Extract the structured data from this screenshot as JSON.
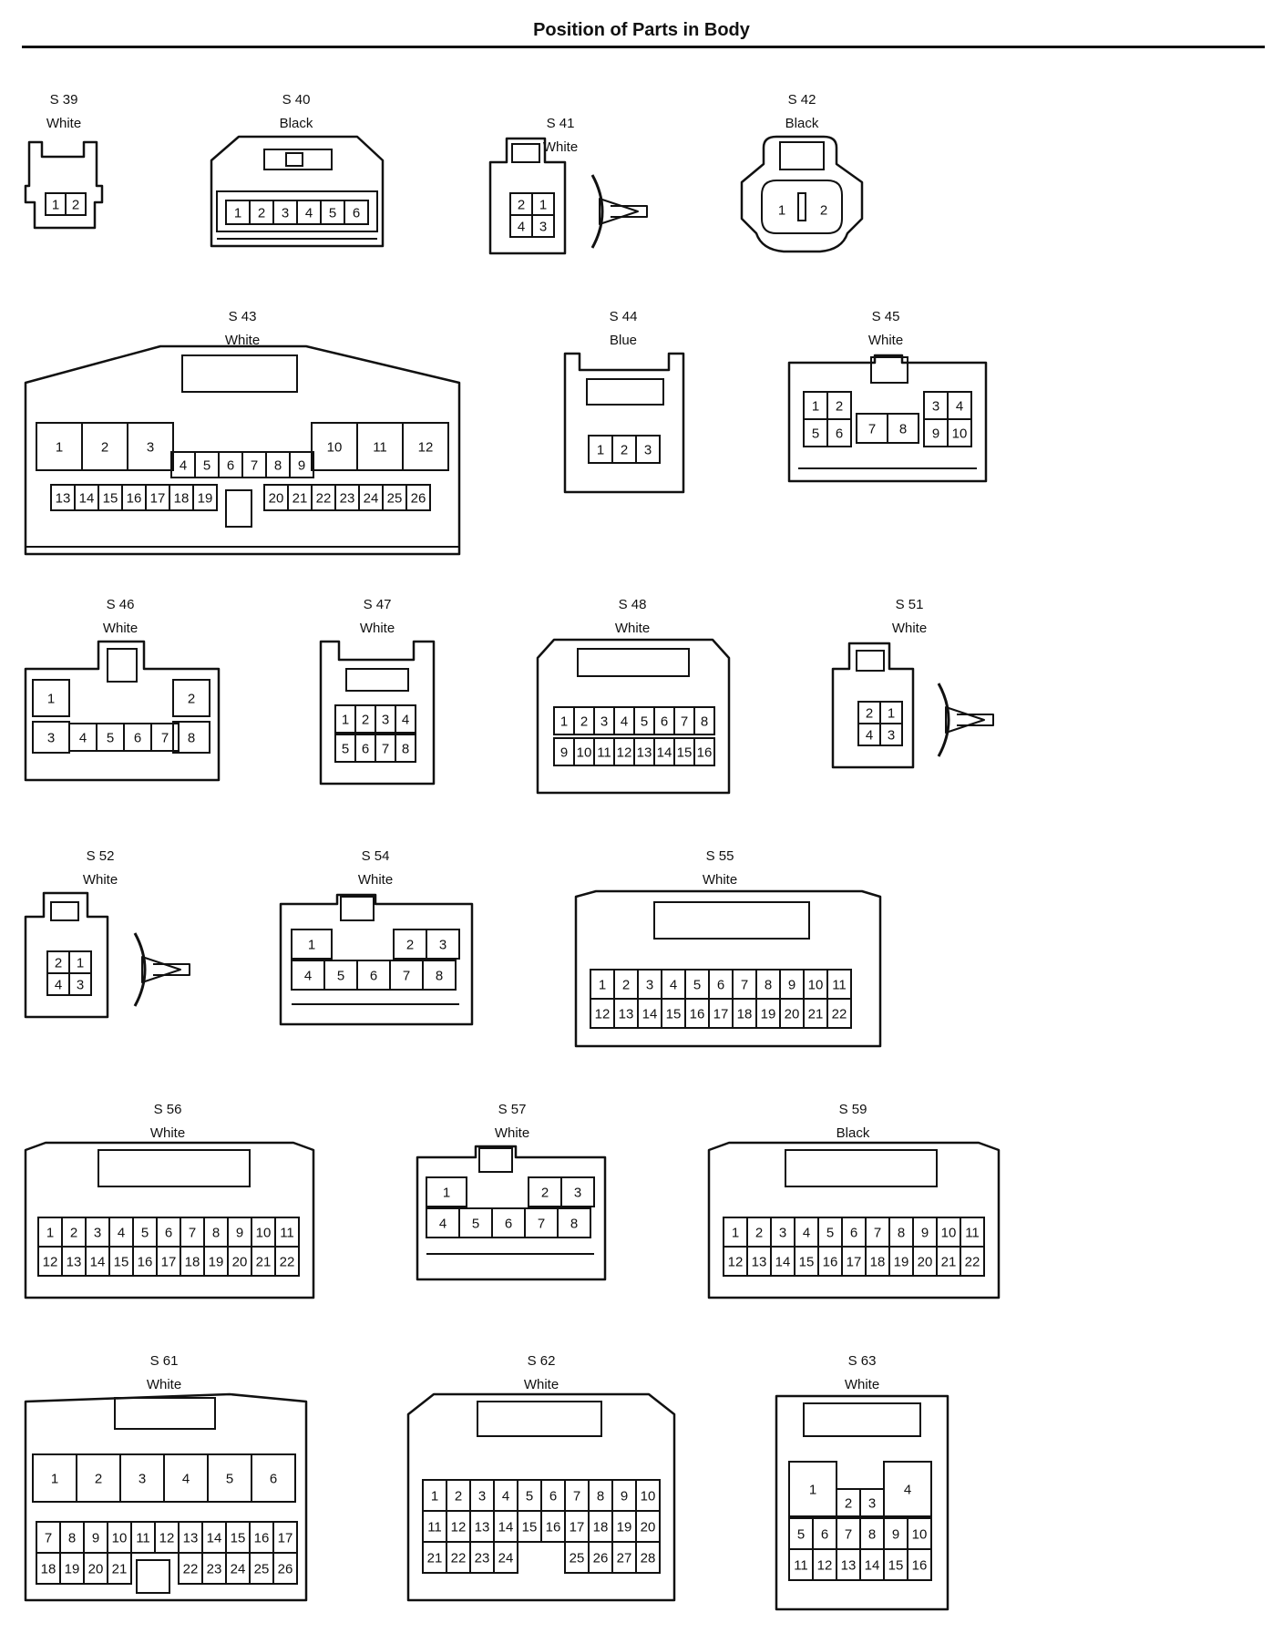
{
  "title": "Position of Parts in Body",
  "connectors": [
    {
      "id": "S 39",
      "color": "White",
      "rows": [
        [
          "1",
          "2"
        ]
      ]
    },
    {
      "id": "S 40",
      "color": "Black",
      "rows": [
        [
          "1",
          "2",
          "3",
          "4",
          "5",
          "6"
        ]
      ]
    },
    {
      "id": "S 41",
      "color": "White",
      "rows": [
        [
          "2",
          "1"
        ],
        [
          "4",
          "3"
        ]
      ]
    },
    {
      "id": "S 42",
      "color": "Black",
      "rows": [
        [
          "1",
          "2"
        ]
      ]
    },
    {
      "id": "S 43",
      "color": "White",
      "rows": [
        [
          "1",
          "2",
          "3"
        ],
        [
          "4",
          "5",
          "6",
          "7",
          "8",
          "9"
        ],
        [
          "10",
          "11",
          "12"
        ],
        [
          "13",
          "14",
          "15",
          "16",
          "17",
          "18",
          "19"
        ],
        [
          "20",
          "21",
          "22",
          "23",
          "24",
          "25",
          "26"
        ]
      ]
    },
    {
      "id": "S 44",
      "color": "Blue",
      "rows": [
        [
          "1",
          "2",
          "3"
        ]
      ]
    },
    {
      "id": "S 45",
      "color": "White",
      "rows": [
        [
          "1",
          "2"
        ],
        [
          "5",
          "6"
        ],
        [
          "7",
          "8"
        ],
        [
          "3",
          "4"
        ],
        [
          "9",
          "10"
        ]
      ]
    },
    {
      "id": "S 46",
      "color": "White",
      "rows": [
        [
          "1",
          "2"
        ],
        [
          "3",
          "4",
          "5",
          "6",
          "7",
          "8"
        ]
      ]
    },
    {
      "id": "S 47",
      "color": "White",
      "rows": [
        [
          "1",
          "2",
          "3",
          "4"
        ],
        [
          "5",
          "6",
          "7",
          "8"
        ]
      ]
    },
    {
      "id": "S 48",
      "color": "White",
      "rows": [
        [
          "1",
          "2",
          "3",
          "4",
          "5",
          "6",
          "7",
          "8"
        ],
        [
          "9",
          "10",
          "11",
          "12",
          "13",
          "14",
          "15",
          "16"
        ]
      ]
    },
    {
      "id": "S 51",
      "color": "White",
      "rows": [
        [
          "2",
          "1"
        ],
        [
          "4",
          "3"
        ]
      ]
    },
    {
      "id": "S 52",
      "color": "White",
      "rows": [
        [
          "2",
          "1"
        ],
        [
          "4",
          "3"
        ]
      ]
    },
    {
      "id": "S 54",
      "color": "White",
      "rows": [
        [
          "1",
          "2",
          "3"
        ],
        [
          "4",
          "5",
          "6",
          "7",
          "8"
        ]
      ]
    },
    {
      "id": "S 55",
      "color": "White",
      "rows": [
        [
          "1",
          "2",
          "3",
          "4",
          "5",
          "6",
          "7",
          "8",
          "9",
          "10",
          "11"
        ],
        [
          "12",
          "13",
          "14",
          "15",
          "16",
          "17",
          "18",
          "19",
          "20",
          "21",
          "22"
        ]
      ]
    },
    {
      "id": "S 56",
      "color": "White",
      "rows": [
        [
          "1",
          "2",
          "3",
          "4",
          "5",
          "6",
          "7",
          "8",
          "9",
          "10",
          "11"
        ],
        [
          "12",
          "13",
          "14",
          "15",
          "16",
          "17",
          "18",
          "19",
          "20",
          "21",
          "22"
        ]
      ]
    },
    {
      "id": "S 57",
      "color": "White",
      "rows": [
        [
          "1",
          "2",
          "3"
        ],
        [
          "4",
          "5",
          "6",
          "7",
          "8"
        ]
      ]
    },
    {
      "id": "S 59",
      "color": "Black",
      "rows": [
        [
          "1",
          "2",
          "3",
          "4",
          "5",
          "6",
          "7",
          "8",
          "9",
          "10",
          "11"
        ],
        [
          "12",
          "13",
          "14",
          "15",
          "16",
          "17",
          "18",
          "19",
          "20",
          "21",
          "22"
        ]
      ]
    },
    {
      "id": "S 61",
      "color": "White",
      "rows": [
        [
          "1",
          "2",
          "3",
          "4",
          "5",
          "6"
        ],
        [
          "7",
          "8",
          "9",
          "10",
          "11",
          "12",
          "13",
          "14",
          "15",
          "16",
          "17"
        ],
        [
          "18",
          "19",
          "20",
          "21"
        ],
        [
          "22",
          "23",
          "24",
          "25",
          "26"
        ]
      ]
    },
    {
      "id": "S 62",
      "color": "White",
      "rows": [
        [
          "1",
          "2",
          "3",
          "4",
          "5",
          "6",
          "7",
          "8",
          "9",
          "10"
        ],
        [
          "11",
          "12",
          "13",
          "14",
          "15",
          "16",
          "17",
          "18",
          "19",
          "20"
        ],
        [
          "21",
          "22",
          "23",
          "24"
        ],
        [
          "25",
          "26",
          "27",
          "28"
        ]
      ]
    },
    {
      "id": "S 63",
      "color": "White",
      "rows": [
        [
          "1",
          "2",
          "3",
          "4"
        ],
        [
          "5",
          "6",
          "7",
          "8",
          "9",
          "10"
        ],
        [
          "11",
          "12",
          "13",
          "14",
          "15",
          "16"
        ]
      ]
    }
  ]
}
